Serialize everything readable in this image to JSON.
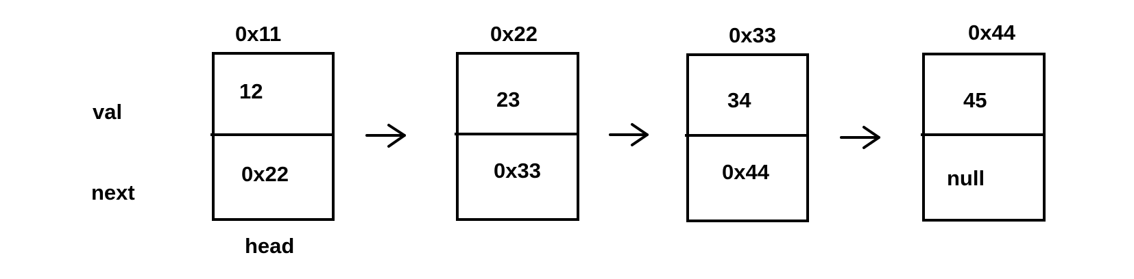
{
  "labels": {
    "val": "val",
    "next": "next",
    "head": "head"
  },
  "nodes": [
    {
      "address": "0x11",
      "val": "12",
      "next": "0x22"
    },
    {
      "address": "0x22",
      "val": "23",
      "next": "0x33"
    },
    {
      "address": "0x33",
      "val": "34",
      "next": "0x44"
    },
    {
      "address": "0x44",
      "val": "45",
      "next": "null"
    }
  ]
}
